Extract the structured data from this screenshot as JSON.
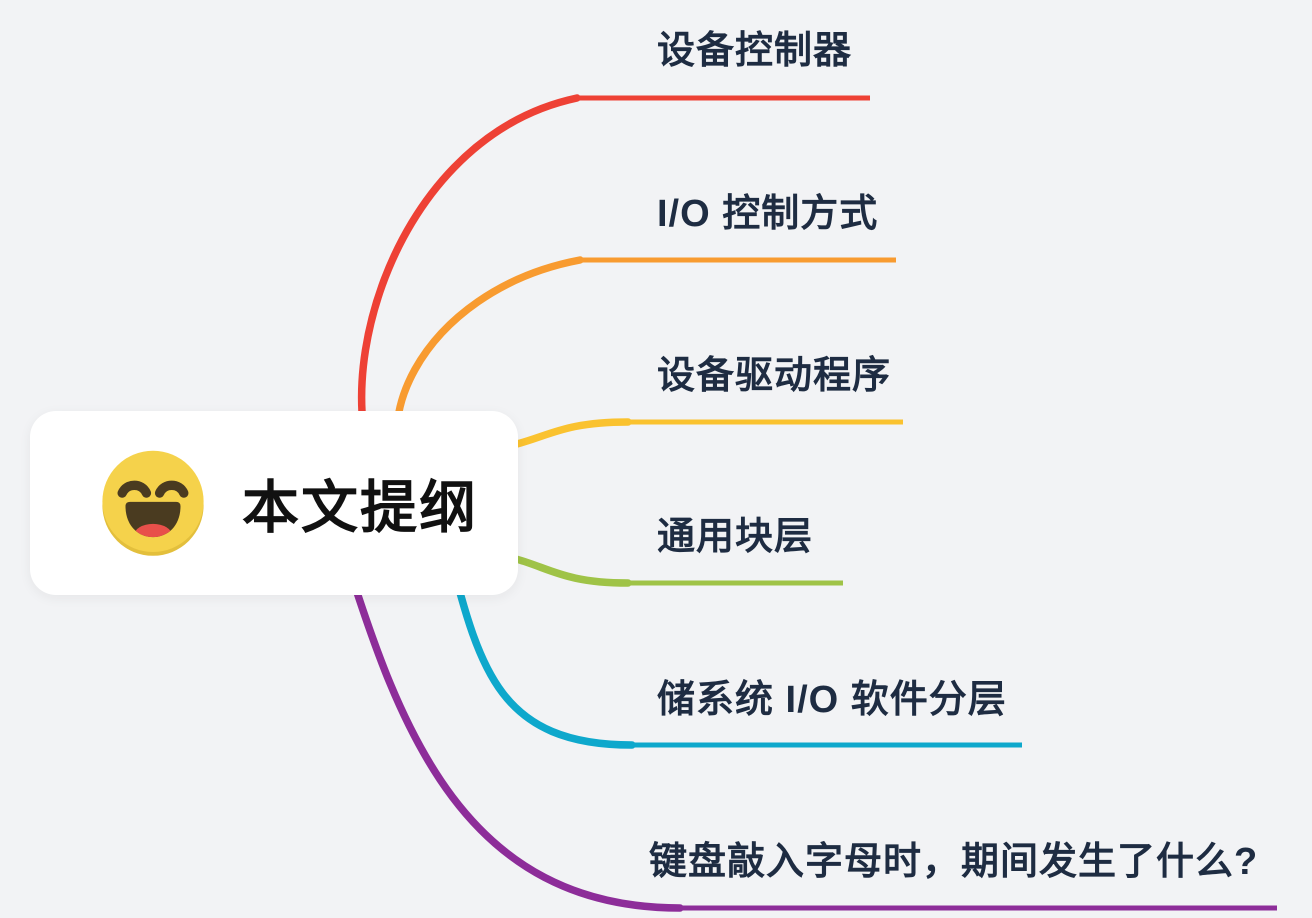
{
  "canvas": {
    "background": "#f2f3f5"
  },
  "root_node": {
    "title": "本文提纲",
    "emoji_icon": "grinning-smiley-emoji",
    "background": "#ffffff",
    "title_color": "#111111",
    "emoji_colors": {
      "face": "#f5d24b",
      "face_shade": "#e3bf3c",
      "features": "#4a3b20",
      "tongue": "#e8504a"
    }
  },
  "labels": {
    "color": "#1e2c42"
  },
  "branches": [
    {
      "label": "设备控制器",
      "color": "#ee4135"
    },
    {
      "label": "I/O 控制方式",
      "color": "#f89b30"
    },
    {
      "label": "设备驱动程序",
      "color": "#fac22f"
    },
    {
      "label": "通用块层",
      "color": "#9fc347"
    },
    {
      "label": "储系统 I/O 软件分层",
      "color": "#0ea8cc"
    },
    {
      "label": "键盘敲入字母时，期间发生了什么?",
      "color": "#8d2d99"
    }
  ]
}
